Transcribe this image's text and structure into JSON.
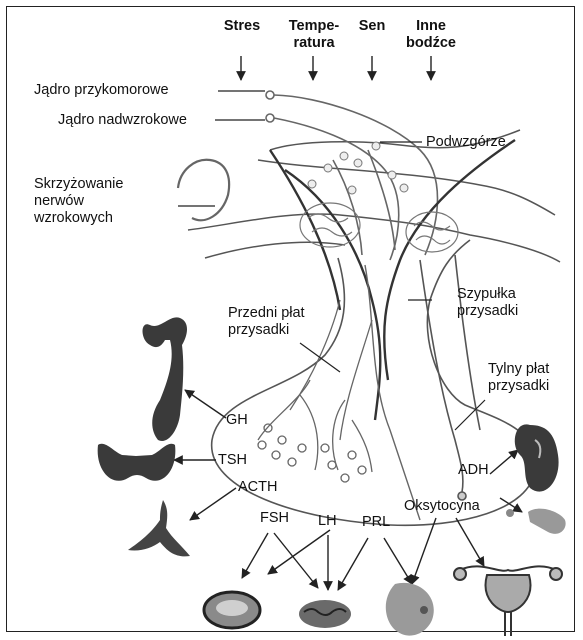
{
  "stimuli": {
    "stres": "Stres",
    "temp_1": "Tempe-",
    "temp_2": "ratura",
    "sen": "Sen",
    "inne_1": "Inne",
    "inne_2": "bodźce"
  },
  "labels": {
    "jadro_przykomorowe": "Jądro przykomorowe",
    "jadro_nadwzrokowe": "Jądro nadwzrokowe",
    "podwzgorze": "Podwzgórze",
    "skrzyzowanie_1": "Skrzyżowanie",
    "skrzyzowanie_2": "nerwów",
    "skrzyzowanie_3": "wzrokowych",
    "szypulka_1": "Szypułka",
    "szypulka_2": "przysadki",
    "przedni_1": "Przedni płat",
    "przedni_2": "przysadki",
    "tylny_1": "Tylny płat",
    "tylny_2": "przysadki"
  },
  "hormones": {
    "gh": "GH",
    "tsh": "TSH",
    "acth": "ACTH",
    "fsh": "FSH",
    "lh": "LH",
    "prl": "PRL",
    "adh": "ADH",
    "oksytocyna": "Oksytocyna"
  },
  "colors": {
    "line": "#222222",
    "organ_dark": "#3a3a3a",
    "organ_mid": "#8a8a8a",
    "organ_light": "#cfcfcf"
  }
}
